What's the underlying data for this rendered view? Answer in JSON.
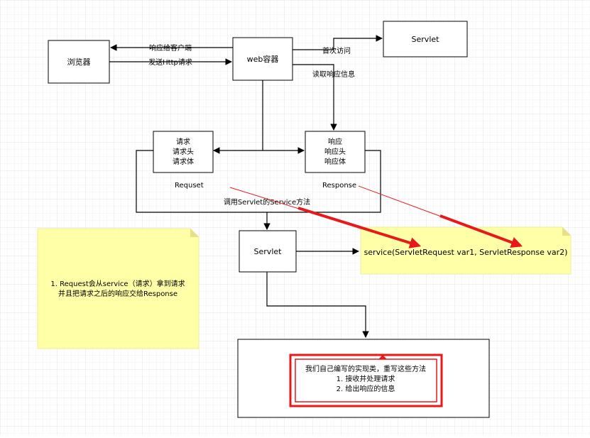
{
  "nodes": {
    "browser": "浏览器",
    "web_container": "web容器",
    "servlet_top": "Servlet",
    "request_box": [
      "请求",
      "请求头",
      "请求体"
    ],
    "response_box": [
      "响应",
      "响应头",
      "响应体"
    ],
    "servlet_mid": "Servlet",
    "impl_box": [
      "我们自己编写的实现类，重写这些方法",
      "1. 接收并处理请求",
      "2. 给出响应的信息"
    ]
  },
  "edge_labels": {
    "respond_to_client": "响应给客户端",
    "send_http_request": "发送Http请求",
    "first_visit": "首次访问",
    "read_response_info": "读取响应信息",
    "request_label": "Requset",
    "response_label": "Response",
    "call_service": "调用Servlet的Service方法"
  },
  "notes": {
    "service_signature": "service(ServletRequest var1, ServletResponse var2)",
    "left_note": [
      "1. Request会从service（请求）拿到请求",
      "并且把请求之后的响应交给Response"
    ]
  },
  "colors": {
    "grid": "#ececec",
    "line": "#000000",
    "note_fill": "#ffffa8",
    "note_fold": "#e6e08a",
    "highlight": "#e8191a"
  }
}
